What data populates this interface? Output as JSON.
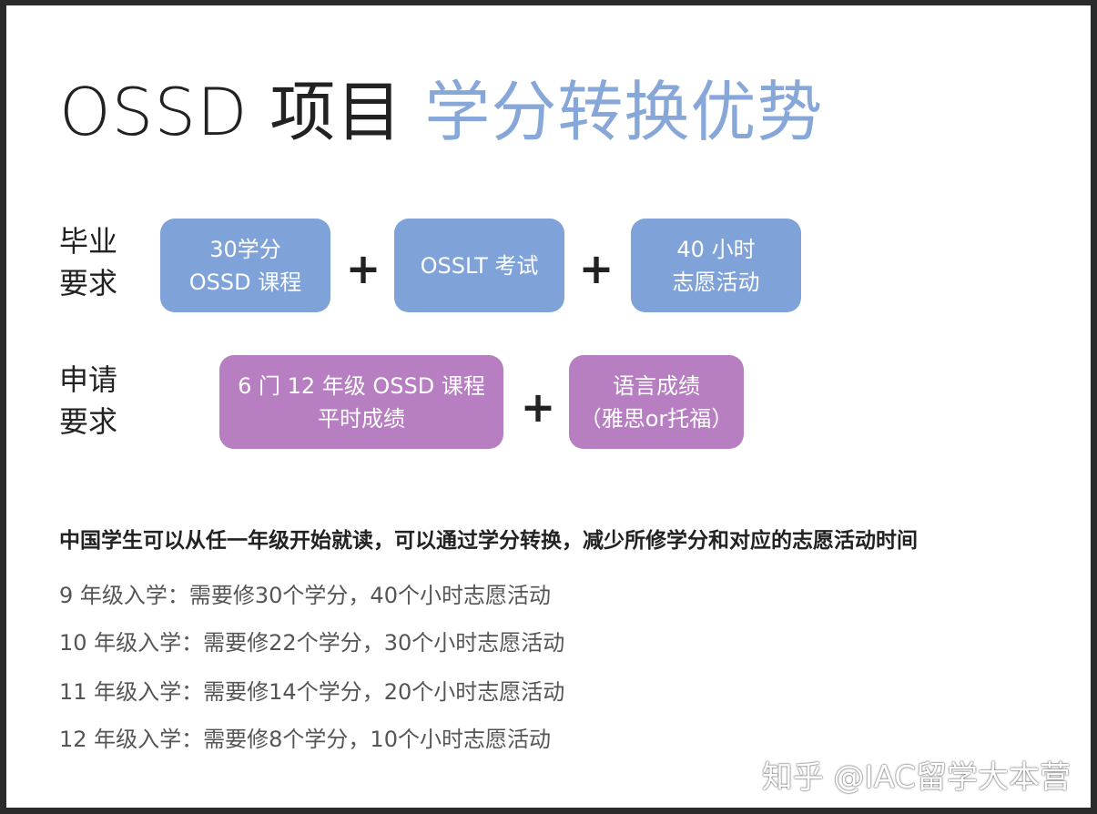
{
  "title": {
    "dark": "OSSD 项目",
    "accent": "学分转换优势"
  },
  "graduation": {
    "label_line1": "毕业",
    "label_line2": "要求",
    "boxes": [
      {
        "line1": "30学分",
        "line2": "OSSD 课程"
      },
      {
        "line1": "OSSLT 考试",
        "line2": ""
      },
      {
        "line1": "40 小时",
        "line2": "志愿活动"
      }
    ],
    "plus": "+"
  },
  "application": {
    "label_line1": "申请",
    "label_line2": "要求",
    "boxes": [
      {
        "line1": "6 门 12 年级 OSSD 课程",
        "line2": "平时成绩"
      },
      {
        "line1": "语言成绩",
        "line2": "（雅思or托福）"
      }
    ],
    "plus": "+"
  },
  "note": "中国学生可以从任一年级开始就读，可以通过学分转换，减少所修学分和对应的志愿活动时间",
  "grades": [
    "9 年级入学：需要修30个学分，40个小时志愿活动",
    "10 年级入学：需要修22个学分，30个小时志愿活动",
    "11 年级入学：需要修14个学分，20个小时志愿活动",
    "12 年级入学：需要修8个学分，10个小时志愿活动"
  ],
  "watermark": "知乎 @IAC留学大本营",
  "colors": {
    "blue_box": "#7fa2d9",
    "purple_box": "#b77fc1",
    "title_accent": "#86a7d8"
  }
}
